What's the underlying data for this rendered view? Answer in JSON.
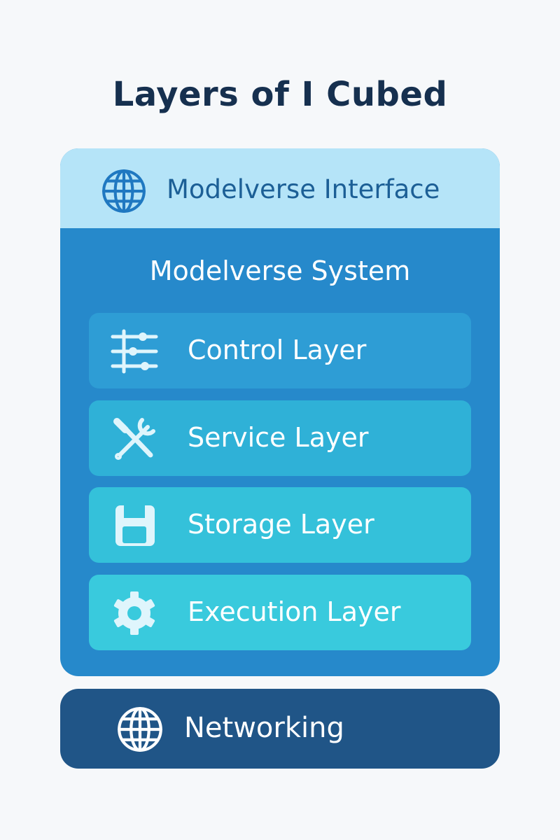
{
  "title": "Layers of I Cubed",
  "colors": {
    "background": "#f6f8fa",
    "title": "#16304f",
    "interface_bar": "#b5e4f8",
    "interface_text": "#1c5f96",
    "system_panel": "#2689cb",
    "control_layer": "#2e9dd5",
    "service_layer": "#2fb1d7",
    "storage_layer": "#34c1da",
    "execution_layer": "#39cadd",
    "networking_bar": "#205587"
  },
  "interface": {
    "label": "Modelverse Interface",
    "icon": "globe-icon"
  },
  "system": {
    "label": "Modelverse System",
    "layers": [
      {
        "label": "Control Layer",
        "icon": "sliders-icon"
      },
      {
        "label": "Service Layer",
        "icon": "tools-icon"
      },
      {
        "label": "Storage Layer",
        "icon": "floppy-disk-icon"
      },
      {
        "label": "Execution Layer",
        "icon": "gear-icon"
      }
    ]
  },
  "networking": {
    "label": "Networking",
    "icon": "globe-icon"
  }
}
